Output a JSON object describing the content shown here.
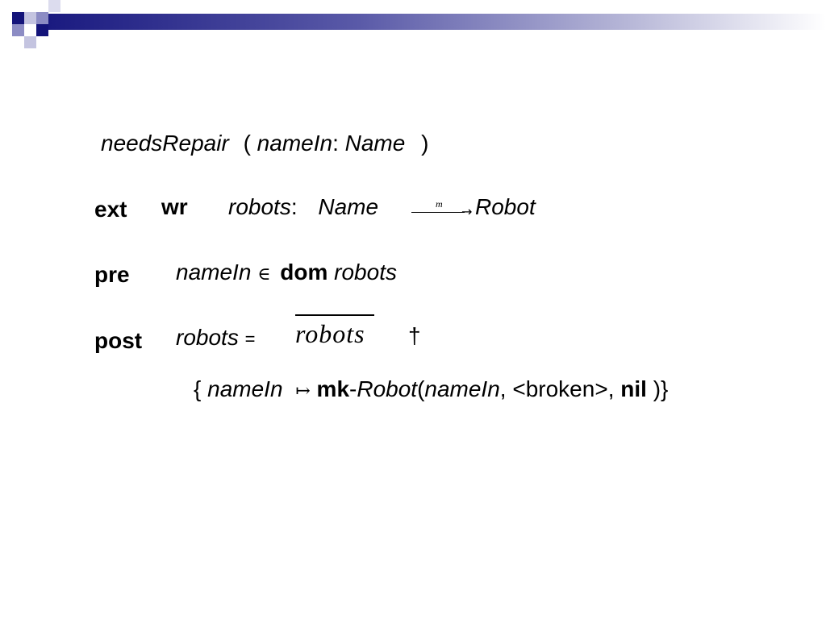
{
  "signature": {
    "op_name": "needsRepair",
    "open_paren": "(",
    "param": "nameIn",
    "colon": ":",
    "type": "Name",
    "close_paren": ")"
  },
  "ext": {
    "keyword": "ext",
    "mode": "wr",
    "var": "robots",
    "colon": ":",
    "dom_type": "Name",
    "map_label": "m",
    "range_type": "Robot"
  },
  "pre": {
    "keyword": "pre",
    "var": "nameIn",
    "in_symbol": "∈",
    "dom_kw": "dom",
    "set": "robots"
  },
  "post": {
    "keyword": "post",
    "lhs": "robots",
    "equals": "=",
    "old_robots": "robots",
    "override": "†",
    "open_brace": "{",
    "key": "nameIn",
    "maps_to": "↦",
    "mk": "mk",
    "dash": "-",
    "ctor": "Robot",
    "lparen": "(",
    "arg1": "nameIn",
    "comma1": ",",
    "arg2": "<broken>",
    "comma2": ",",
    "nil": "nil",
    "close": ")}"
  },
  "colors": {
    "header_dark": "#14147a",
    "header_mid": "#8c8cc4",
    "text": "#000000"
  }
}
